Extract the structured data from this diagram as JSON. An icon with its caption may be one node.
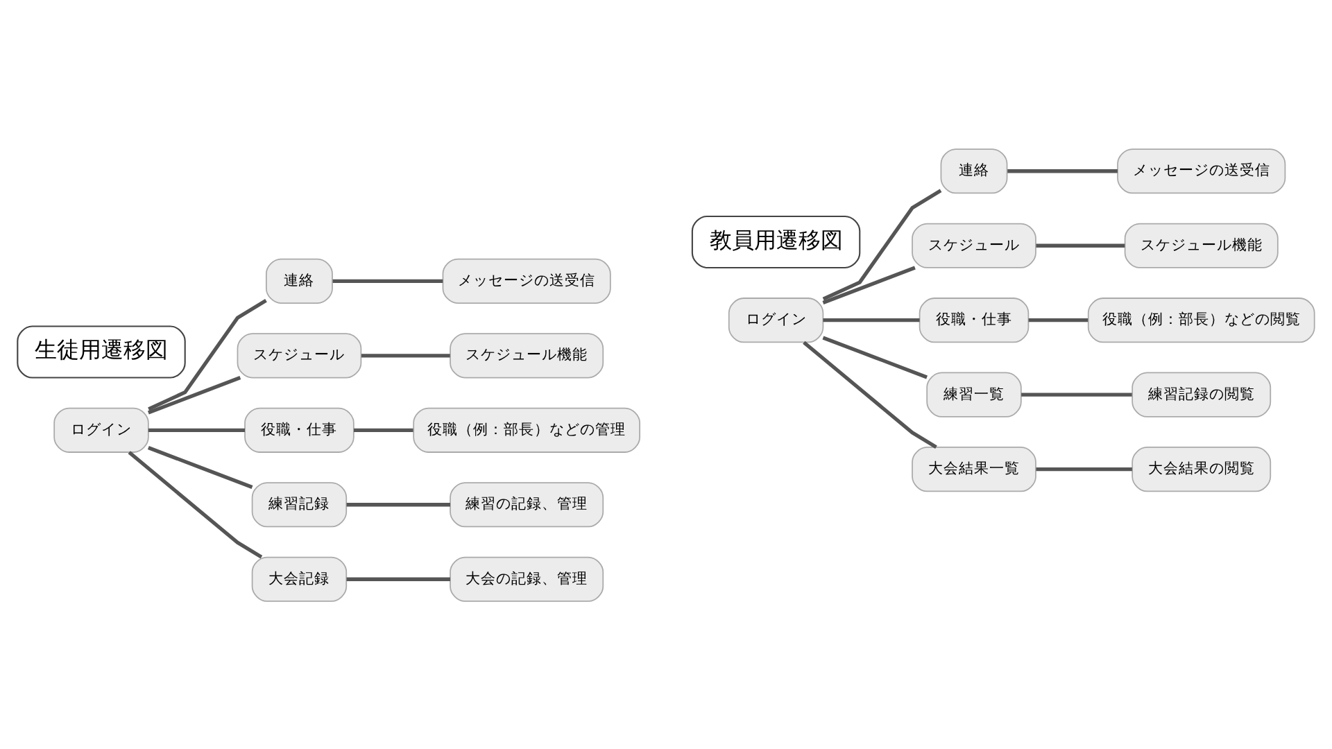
{
  "diagram": {
    "nodes": [
      {
        "text": [
          "生徒用遷移図"
        ]
      },
      {
        "text": [
          "ログイン"
        ]
      },
      {
        "text": [
          "連絡"
        ]
      },
      {
        "text": [
          "メッセージの送受信"
        ]
      },
      {
        "text": [
          "スケジュール"
        ]
      },
      {
        "text": [
          "スケジュール機能"
        ]
      },
      {
        "text": [
          "役職・仕事"
        ]
      },
      {
        "text": [
          "役職（例：部長）などの管理"
        ]
      },
      {
        "text": [
          "練習記録"
        ]
      },
      {
        "text": [
          "練習の記録、管理"
        ]
      },
      {
        "text": [
          "大会記録"
        ]
      },
      {
        "text": [
          "大会の記録、管理"
        ]
      },
      {
        "text": [
          "教員用遷移図"
        ]
      },
      {
        "text": [
          "ログイン"
        ]
      },
      {
        "text": [
          "連絡"
        ]
      },
      {
        "text": [
          "メッセージの送受信"
        ]
      },
      {
        "text": [
          "スケジュール"
        ]
      },
      {
        "text": [
          "スケジュール機能"
        ]
      },
      {
        "text": [
          "役職・仕事"
        ]
      },
      {
        "text": [
          "役職（例：部長）などの閲覧"
        ]
      },
      {
        "text": [
          "練習一覧"
        ]
      },
      {
        "text": [
          "練習記録の閲覧"
        ]
      },
      {
        "text": [
          "大会結果一覧"
        ]
      },
      {
        "text": [
          "大会結果の閲覧"
        ]
      }
    ],
    "edges": [
      {
        "from": 1,
        "to": 2,
        "arrow": "none"
      },
      {
        "from": 1,
        "to": 4,
        "arrow": "none"
      },
      {
        "from": 1,
        "to": 6,
        "arrow": "none"
      },
      {
        "from": 1,
        "to": 8,
        "arrow": "none"
      },
      {
        "from": 1,
        "to": 10,
        "arrow": "none"
      },
      {
        "from": 2,
        "to": 3,
        "arrow": "none"
      },
      {
        "from": 4,
        "to": 5,
        "arrow": "none"
      },
      {
        "from": 6,
        "to": 7,
        "arrow": "none"
      },
      {
        "from": 8,
        "to": 9,
        "arrow": "none"
      },
      {
        "from": 10,
        "to": 11,
        "arrow": "none"
      },
      {
        "from": 13,
        "to": 14,
        "arrow": "none"
      },
      {
        "from": 13,
        "to": 16,
        "arrow": "none"
      },
      {
        "from": 13,
        "to": 18,
        "arrow": "none"
      },
      {
        "from": 13,
        "to": 20,
        "arrow": "none"
      },
      {
        "from": 13,
        "to": 22,
        "arrow": "none"
      },
      {
        "from": 14,
        "to": 15,
        "arrow": "none"
      },
      {
        "from": 16,
        "to": 17,
        "arrow": "none"
      },
      {
        "from": 18,
        "to": 19,
        "arrow": "none"
      },
      {
        "from": 20,
        "to": 21,
        "arrow": "none"
      },
      {
        "from": 22,
        "to": 23,
        "arrow": "none"
      }
    ]
  }
}
